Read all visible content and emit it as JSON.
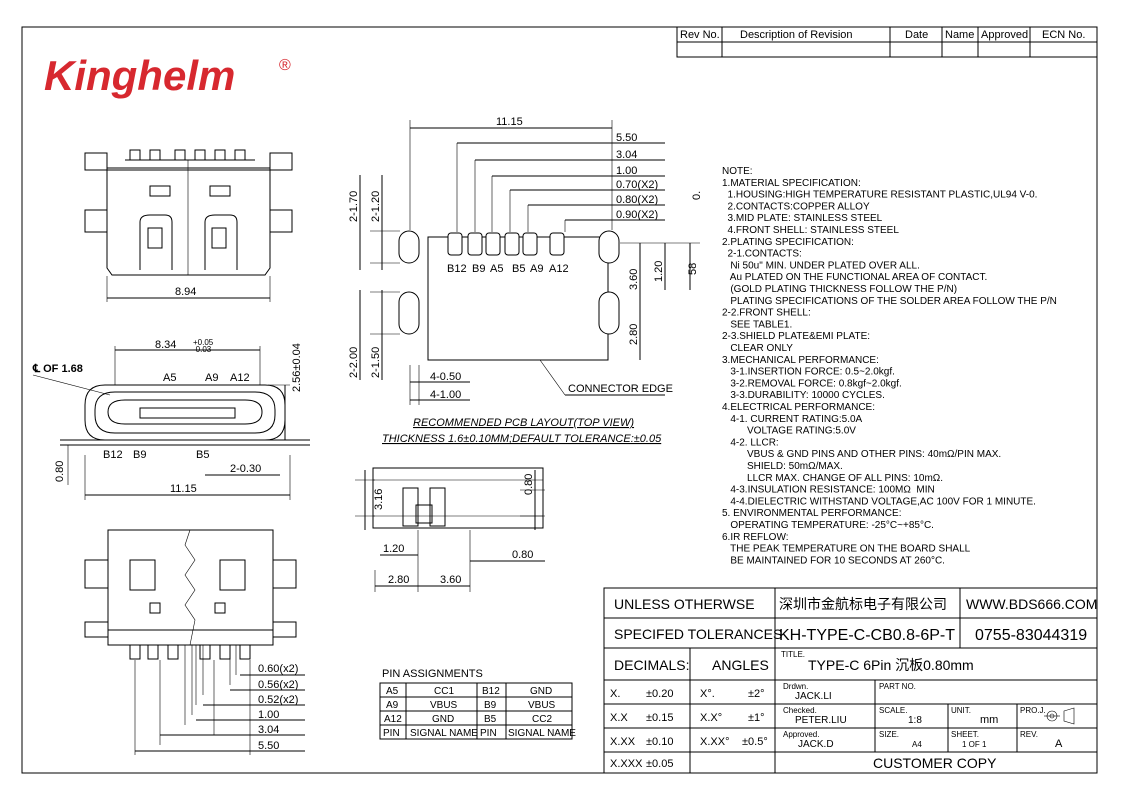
{
  "logo": {
    "text": "Kinghelm",
    "reg": "®",
    "color": "#d7282f"
  },
  "revision_table": {
    "headers": [
      "Rev No.",
      "Description of Revision",
      "Date",
      "Name",
      "Approved",
      "ECN No."
    ]
  },
  "top_view": {
    "width_label": "8.94"
  },
  "front_view": {
    "width_label": "8.34",
    "width_tol_top": "+0.05",
    "width_tol_bot": "-0.03",
    "height_label": "2.56±0.04",
    "centerline_label": "℄ OF 1.68",
    "pins_top": [
      "A5",
      "A9",
      "A12"
    ],
    "pins_bottom": [
      "B12",
      "B9",
      "B5"
    ],
    "dim_030": "2-0.30",
    "dim_080": "0.80",
    "dim_1115": "11.15"
  },
  "pcb_layout": {
    "top_width": "11.15",
    "right_dims": [
      "5.50",
      "3.04",
      "1.00",
      "0.70(X2)",
      "0.80(X2)",
      "0.90(X2)"
    ],
    "left_dims": [
      "2-1.70",
      "2-1.20",
      "2-2.00",
      "2-1.50"
    ],
    "zero": "0.",
    "pad_labels": [
      "B12",
      "B9",
      "A5",
      "B5",
      "A9",
      "A12"
    ],
    "dim_360": "3.60",
    "dim_120": "1.20",
    "dim_58": "58",
    "dim_280": "2.80",
    "dim_4_050": "4-0.50",
    "dim_4_100": "4-1.00",
    "connector_edge": "CONNECTOR EDGE",
    "caption1": "RECOMMENDED PCB LAYOUT(TOP VIEW)",
    "caption2": "THICKNESS 1.6±0.10MM;DEFAULT TOLERANCE:±0.05"
  },
  "side_view": {
    "h": "3.16",
    "d080a": "0.80",
    "d120": "1.20",
    "d080b": "0.80",
    "d280": "2.80",
    "d360": "3.60"
  },
  "bottom_view": {
    "dims": [
      "0.60(x2)",
      "0.56(x2)",
      "0.52(x2)",
      "1.00",
      "3.04",
      "5.50"
    ]
  },
  "pin_assignments": {
    "title": "PIN ASSIGNMENTS",
    "rows": [
      [
        "A5",
        "CC1",
        "B12",
        "GND"
      ],
      [
        "A9",
        "VBUS",
        "B9",
        "VBUS"
      ],
      [
        "A12",
        "GND",
        "B5",
        "CC2"
      ],
      [
        "PIN",
        "SIGNAL NAME",
        "PIN",
        "SIGNAL NAME"
      ]
    ]
  },
  "notes": [
    "NOTE:",
    "1.MATERIAL SPECIFICATION:",
    "  1.HOUSING:HIGH TEMPERATURE RESISTANT PLASTIC,UL94 V-0.",
    "  2.CONTACTS:COPPER ALLOY",
    "  3.MID PLATE: STAINLESS STEEL",
    "  4.FRONT SHELL: STAINLESS STEEL",
    "2.PLATING SPECIFICATION:",
    "  2-1.CONTACTS:",
    "   Ni 50u\" MIN. UNDER PLATED OVER ALL.",
    "   Au PLATED ON THE FUNCTIONAL AREA OF CONTACT.",
    "   (GOLD PLATING THICKNESS FOLLOW THE P/N)",
    "   PLATING SPECIFICATIONS OF THE SOLDER AREA FOLLOW THE P/N",
    "2-2.FRONT SHELL:",
    "   SEE TABLE1.",
    "2-3.SHIELD PLATE&EMI PLATE:",
    "   CLEAR ONLY",
    "3.MECHANICAL PERFORMANCE:",
    "   3-1.INSERTION FORCE: 0.5~2.0kgf.",
    "   3-2.REMOVAL FORCE: 0.8kgf~2.0kgf.",
    "   3-3.DURABILITY: 10000 CYCLES.",
    "4.ELECTRICAL PERFORMANCE:",
    "   4-1. CURRENT RATING:5.0A",
    "         VOLTAGE RATING:5.0V",
    "   4-2. LLCR:",
    "         VBUS & GND PINS AND OTHER PINS: 40mΩ/PIN MAX.",
    "         SHIELD: 50mΩ/MAX.",
    "         LLCR MAX. CHANGE OF ALL PINS: 10mΩ.",
    "   4-3.INSULATION RESISTANCE: 100MΩ  MIN",
    "   4-4.DIELECTRIC WITHSTAND VOLTAGE,AC 100V FOR 1 MINUTE.",
    "5. ENVIRONMENTAL PERFORMANCE:",
    "   OPERATING TEMPERATURE: -25°C~+85°C.",
    "6.IR REFLOW:",
    "   THE PEAK TEMPERATURE ON THE BOARD SHALL",
    "   BE MAINTAINED FOR 10 SECONDS AT 260°C."
  ],
  "title_block": {
    "unless": "UNLESS  OTHERWSE",
    "specifed": "SPECIFED  TOLERANCES",
    "company": "深圳市金航标电子有限公司",
    "website": "WWW.BDS666.COM",
    "part": "KH-TYPE-C-CB0.8-6P-T",
    "phone": "0755-83044319",
    "decimals": "DECIMALS:",
    "angles": "ANGLES",
    "title_key": "TITLE.",
    "title_val": "TYPE-C  6Pin  沉板0.80mm",
    "tol_rows": [
      [
        "X.",
        "±0.20",
        "X°.",
        "±2°"
      ],
      [
        "X.X",
        "±0.15",
        "X.X°",
        "±1°"
      ],
      [
        "X.XX",
        "±0.10",
        "X.XX°",
        "±0.5°"
      ],
      [
        "X.XXX",
        "±0.05",
        "",
        ""
      ]
    ],
    "drawn_key": "Drdwn.",
    "drawn_val": "JACK.LI",
    "partno_key": "PART NO.",
    "checked_key": "Checked.",
    "checked_val": "PETER.LIU",
    "scale_key": "SCALE.",
    "scale_val": "1:8",
    "unit_key": "UNIT.",
    "unit_val": "mm",
    "proj_key": "PRO.J.",
    "approved_key": "Approved.",
    "approved_val": "JACK.D",
    "size_key": "SIZE.",
    "size_val": "A4",
    "sheet_key": "SHEET.",
    "sheet_val": "1  OF  1",
    "rev_key": "REV.",
    "rev_val": "A",
    "customer": "CUSTOMER  COPY"
  }
}
